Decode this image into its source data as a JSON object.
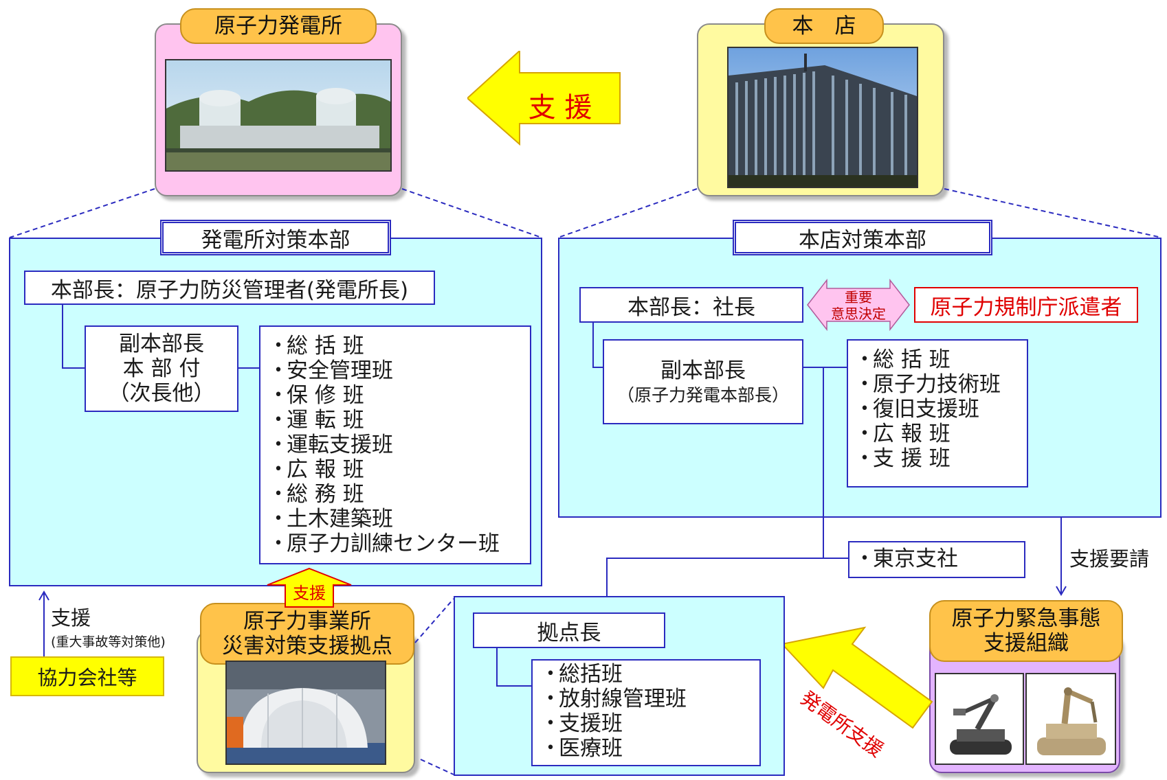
{
  "plant": {
    "title": "原子力発電所",
    "hq_title": "発電所対策本部",
    "chief": "本部長：原子力防災管理者(発電所長)",
    "deputy": [
      "副本部長",
      "本 部 付",
      "（次長他）"
    ],
    "teams": [
      "総 括 班",
      "安全管理班",
      "保 修 班",
      "運 転 班",
      "運転支援班",
      "広 報 班",
      "総 務 班",
      "土木建築班",
      "原子力訓練センター班"
    ]
  },
  "head_office": {
    "title": "本　店",
    "hq_title": "本店対策本部",
    "chief": "本部長：社長",
    "decision": [
      "重要",
      "意思決定"
    ],
    "regulator": "原子力規制庁派遣者",
    "deputy": [
      "副本部長",
      "（原子力発電本部長）"
    ],
    "teams": [
      "総 括 班",
      "原子力技術班",
      "復旧支援班",
      "広 報 班",
      "支 援 班"
    ],
    "tokyo": "東京支社"
  },
  "arrows": {
    "support_big": "支 援",
    "support_small": "支援",
    "support_request": "支援要請",
    "plant_support": "発電所支援"
  },
  "partner": {
    "support": "支援",
    "support_note": "(重大事故等対策他)",
    "label": "協力会社等"
  },
  "base": {
    "title": [
      "原子力事業所",
      "災害対策支援拠点"
    ],
    "chief": "拠点長",
    "teams": [
      "総括班",
      "放射線管理班",
      "支援班",
      "医療班"
    ]
  },
  "emergency": {
    "title": [
      "原子力緊急事態",
      "支援組織"
    ]
  },
  "colors": {
    "panel": "#ccffff",
    "line": "#2a2abf",
    "pill": "#ffc34a",
    "arrow_fill": "#ffff00",
    "arrow_text": "#e00000"
  }
}
